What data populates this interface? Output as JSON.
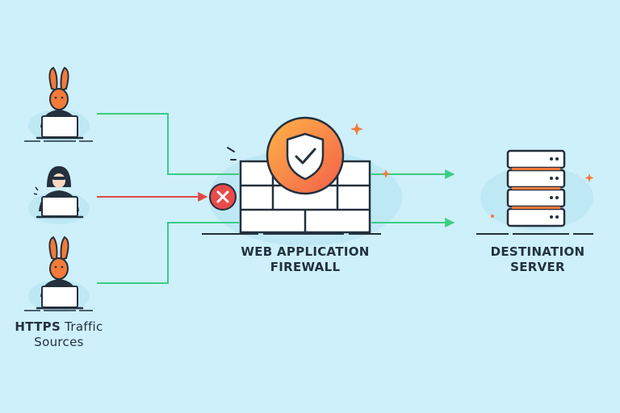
{
  "waf": {
    "label_line1": "WEB APPLICATION",
    "label_line2": "FIREWALL"
  },
  "server": {
    "label_line1": "DESTINATION",
    "label_line2": "SERVER"
  },
  "sources": {
    "label_bold": "HTTPS",
    "label_rest": " Traffic",
    "label_line2": "Sources"
  },
  "icons": {
    "sources": [
      "rabbit-user-icon",
      "hacker-icon",
      "rabbit-user-icon"
    ],
    "waf": "shield-check-icon",
    "blocked": "blocked-x-icon",
    "server": "server-rack-icon"
  },
  "colors": {
    "background": "#cdf0fb",
    "allowed_line": "#3ccc86",
    "blocked_line": "#e04848",
    "shield_orange": "#f47a3a",
    "wall": "#ffffff",
    "outline": "#24303d"
  }
}
